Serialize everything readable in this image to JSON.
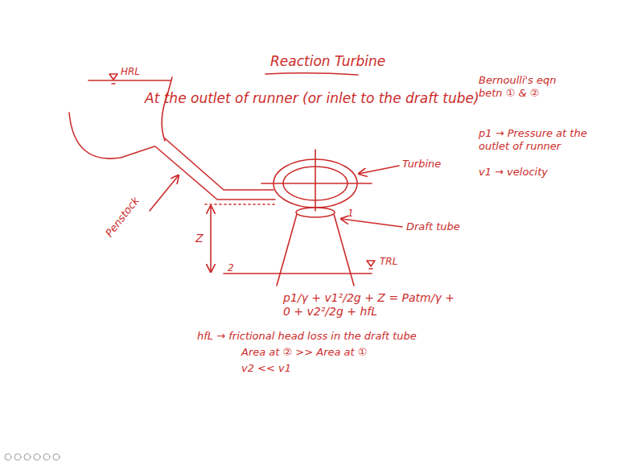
{
  "diagram": {
    "title": "Reaction Turbine",
    "labels": [
      "At the outlet of runner (or inlet to the draft tube)",
      "HRL",
      "Penstock",
      "Turbine",
      "Draft tube",
      "TRL",
      "Z",
      "1",
      "2",
      "Bernoulli's eqn betn ① & ②",
      "p1 → Pressure at the outlet of runner",
      "v1 → velocity",
      "p1/γ + v1²/2g + Z = Patm/γ + 0 + v2²/2g + hfL",
      "hfL → frictional head loss in the draft tube",
      "Area at ② >> Area at ①",
      "v2 << v1"
    ]
  }
}
